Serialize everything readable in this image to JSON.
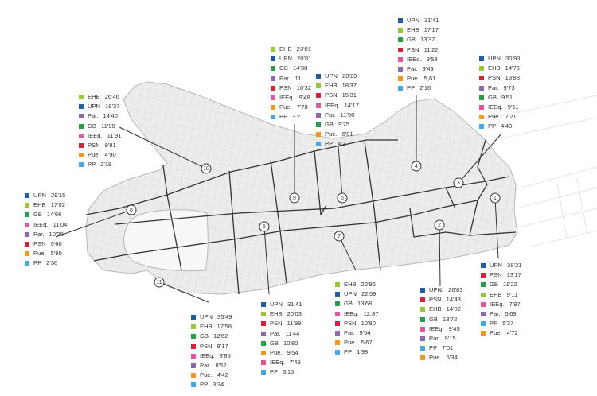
{
  "party_colors": {
    "UPN": "#1f5fa0",
    "EHB": "#9dc43b",
    "GB": "#2e9a4c",
    "PSN": "#d3223a",
    "IEEq.": "#e2559a",
    "Par.": "#8a6aac",
    "Pue.": "#ec9a22",
    "PP": "#45a8df",
    "UPN.": "#1f5fa0"
  },
  "zones": [
    {
      "id": "1",
      "label": "1",
      "results": [
        {
          "party": "UPN",
          "value": "38'21"
        },
        {
          "party": "PSN",
          "value": "13'17"
        },
        {
          "party": "GB",
          "value": "11'22"
        },
        {
          "party": "EHB",
          "value": "9'11"
        },
        {
          "party": "IEEq.",
          "value": "7'97"
        },
        {
          "party": "Par.",
          "value": "5'69"
        },
        {
          "party": "PP",
          "value": "5'37"
        },
        {
          "party": "Pue.",
          "value": "4'72"
        }
      ]
    },
    {
      "id": "2",
      "label": "2",
      "results": [
        {
          "party": "UPN.",
          "value": "26'83"
        },
        {
          "party": "PSN",
          "value": "14'48"
        },
        {
          "party": "EHB",
          "value": "14'02"
        },
        {
          "party": "GB",
          "value": "13'72"
        },
        {
          "party": "IEEq.",
          "value": "9'45"
        },
        {
          "party": "Par.",
          "value": "9'15"
        },
        {
          "party": "PP",
          "value": "7'01"
        },
        {
          "party": "Pue.",
          "value": "5'34"
        }
      ]
    },
    {
      "id": "3",
      "label": "3",
      "results": [
        {
          "party": "UPN",
          "value": "30'93"
        },
        {
          "party": "EHB",
          "value": "14'75"
        },
        {
          "party": "PSN",
          "value": "13'88"
        },
        {
          "party": "Par.",
          "value": "9'73"
        },
        {
          "party": "GB",
          "value": "9'51"
        },
        {
          "party": "IEEq.",
          "value": "9'51"
        },
        {
          "party": "Pue.",
          "value": "7'21"
        },
        {
          "party": "PP",
          "value": "4'48"
        }
      ]
    },
    {
      "id": "4",
      "label": "4",
      "results": [
        {
          "party": "UPN",
          "value": "31'41"
        },
        {
          "party": "EHB",
          "value": "17'17"
        },
        {
          "party": "GB",
          "value": "13'37"
        },
        {
          "party": "PSN",
          "value": "11'22"
        },
        {
          "party": "IEEq.",
          "value": "9'58"
        },
        {
          "party": "Par.",
          "value": "9'49"
        },
        {
          "party": "Pue.",
          "value": "5,61"
        },
        {
          "party": "PP",
          "value": "2'16"
        }
      ]
    },
    {
      "id": "5",
      "label": "5",
      "results": [
        {
          "party": "UPN",
          "value": "31'41"
        },
        {
          "party": "EHB",
          "value": "20'03"
        },
        {
          "party": "PSN",
          "value": "11'99"
        },
        {
          "party": "Par.",
          "value": "11'44"
        },
        {
          "party": "GB",
          "value": "10'80"
        },
        {
          "party": "Pue.",
          "value": "9'54"
        },
        {
          "party": "IEEq.",
          "value": "7'49"
        },
        {
          "party": "PP",
          "value": "3'15"
        }
      ]
    },
    {
      "id": "6",
      "label": "6",
      "results": [
        {
          "party": "UPN",
          "value": "20'29"
        },
        {
          "party": "EHB",
          "value": "18'37"
        },
        {
          "party": "PSN",
          "value": "15'31"
        },
        {
          "party": "IEEq.",
          "value": "14'17"
        },
        {
          "party": "Par.",
          "value": "11'90"
        },
        {
          "party": "GB",
          "value": "9'75"
        },
        {
          "party": "Pue.",
          "value": "6'01"
        },
        {
          "party": "PP",
          "value": "4'2"
        }
      ]
    },
    {
      "id": "7",
      "label": "7",
      "results": [
        {
          "party": "EHB",
          "value": "22'86"
        },
        {
          "party": "UPN",
          "value": "22'59"
        },
        {
          "party": "GB",
          "value": "13'68"
        },
        {
          "party": "IEEq.",
          "value": "12,87"
        },
        {
          "party": "PSN",
          "value": "10'80"
        },
        {
          "party": "Par.",
          "value": "9'54"
        },
        {
          "party": "Pue.",
          "value": "5'67"
        },
        {
          "party": "PP",
          "value": "1'98"
        }
      ]
    },
    {
      "id": "8",
      "label": "8",
      "results": [
        {
          "party": "UPN",
          "value": "29'15"
        },
        {
          "party": "EHB",
          "value": "17'02"
        },
        {
          "party": "GB",
          "value": "14'66"
        },
        {
          "party": "IEEq.",
          "value": "11'04"
        },
        {
          "party": "Par.",
          "value": "10'28"
        },
        {
          "party": "PSN",
          "value": "9'60"
        },
        {
          "party": "Pue.",
          "value": "5'90"
        },
        {
          "party": "PP",
          "value": "2'36"
        }
      ]
    },
    {
      "id": "9",
      "label": "9",
      "results": [
        {
          "party": "EHB",
          "value": "23'01"
        },
        {
          "party": "UPN",
          "value": "20'81"
        },
        {
          "party": "GB",
          "value": "14'38"
        },
        {
          "party": "Par.",
          "value": "11"
        },
        {
          "party": "PSN",
          "value": "10'32"
        },
        {
          "party": "IEEq.",
          "value": "9'48"
        },
        {
          "party": "Pue.",
          "value": "7'78"
        },
        {
          "party": "PP",
          "value": "3'21"
        }
      ]
    },
    {
      "id": "10",
      "label": "10",
      "results": [
        {
          "party": "EHB",
          "value": "26'46"
        },
        {
          "party": "UPN",
          "value": "18'37"
        },
        {
          "party": "Par.",
          "value": "14'40"
        },
        {
          "party": "GB",
          "value": "11'98"
        },
        {
          "party": "IEEq.",
          "value": "11'91"
        },
        {
          "party": "PSN",
          "value": "9'81"
        },
        {
          "party": "Pue.",
          "value": "4'90"
        },
        {
          "party": "PP",
          "value": "2'18"
        }
      ]
    },
    {
      "id": "11",
      "label": "11",
      "results": [
        {
          "party": "UPN",
          "value": "35'49"
        },
        {
          "party": "EHB",
          "value": "17'58"
        },
        {
          "party": "GB",
          "value": "12'62"
        },
        {
          "party": "PSN",
          "value": "9'17"
        },
        {
          "party": "IEEq.",
          "value": "8'85"
        },
        {
          "party": "Par.",
          "value": "8'52"
        },
        {
          "party": "Pue.",
          "value": "4'42"
        },
        {
          "party": "PP",
          "value": "3'34"
        }
      ]
    }
  ]
}
